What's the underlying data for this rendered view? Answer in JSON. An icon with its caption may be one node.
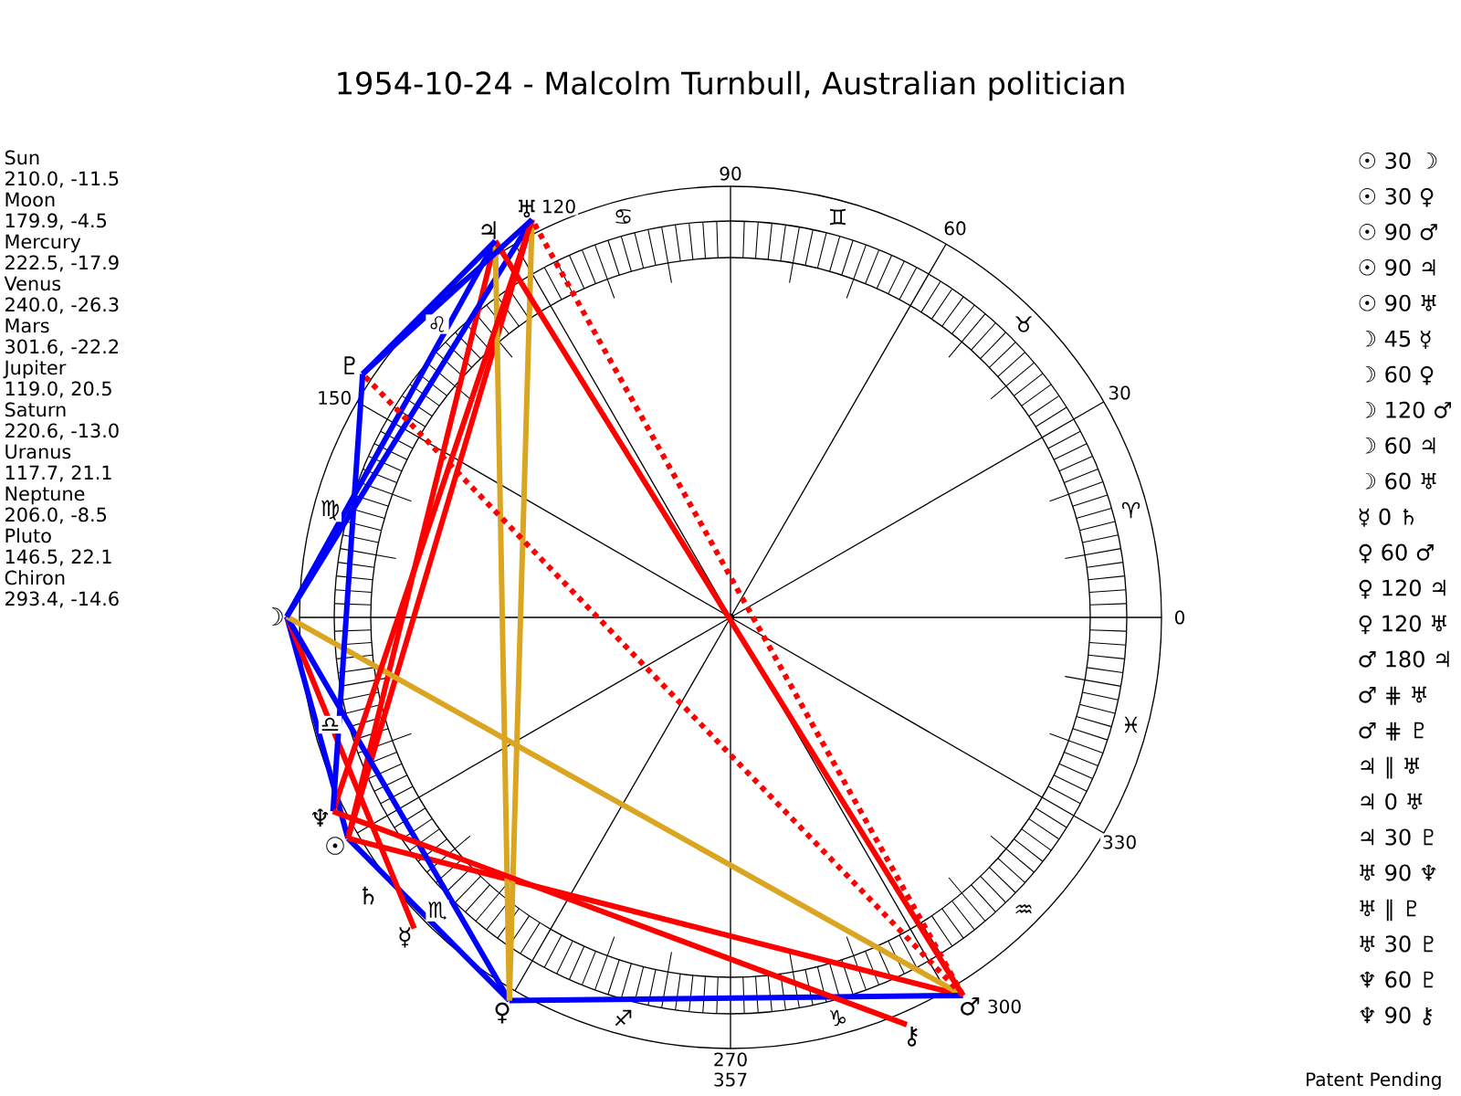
{
  "diagram": {
    "title": "1954-10-24 - Malcolm Turnbull, Australian politician",
    "nodes": [
      {
        "text": [
          "☉"
        ]
      },
      {
        "text": [
          "☽"
        ]
      },
      {
        "text": [
          "☿"
        ]
      },
      {
        "text": [
          "♀"
        ]
      },
      {
        "text": [
          "♂"
        ]
      },
      {
        "text": [
          "♃"
        ]
      },
      {
        "text": [
          "♅"
        ]
      },
      {
        "text": [
          "♆"
        ]
      },
      {
        "text": [
          "♇"
        ]
      },
      {
        "text": [
          "⚷"
        ]
      }
    ],
    "edges": [
      {
        "from": 0,
        "to": 1,
        "arrow": "none",
        "color": "#0000ff"
      },
      {
        "from": 0,
        "to": 3,
        "arrow": "none",
        "color": "#0000ff"
      },
      {
        "from": 0,
        "to": 4,
        "arrow": "none",
        "color": "#ff0000"
      },
      {
        "from": 0,
        "to": 5,
        "arrow": "none",
        "color": "#ff0000"
      },
      {
        "from": 0,
        "to": 6,
        "arrow": "none",
        "color": "#ff0000"
      },
      {
        "from": 1,
        "to": 2,
        "arrow": "none",
        "color": "#ff0000"
      },
      {
        "from": 1,
        "to": 3,
        "arrow": "none",
        "color": "#0000ff"
      },
      {
        "from": 1,
        "to": 4,
        "arrow": "none",
        "color": "#daa520"
      },
      {
        "from": 1,
        "to": 5,
        "arrow": "none",
        "color": "#0000ff"
      },
      {
        "from": 1,
        "to": 6,
        "arrow": "none",
        "color": "#0000ff"
      },
      {
        "from": 3,
        "to": 4,
        "arrow": "none",
        "color": "#0000ff"
      },
      {
        "from": 3,
        "to": 5,
        "arrow": "none",
        "color": "#daa520"
      },
      {
        "from": 3,
        "to": 6,
        "arrow": "none",
        "color": "#daa520"
      },
      {
        "from": 4,
        "to": 5,
        "arrow": "none",
        "color": "#ff0000"
      },
      {
        "from": 4,
        "to": 6,
        "arrow": "none",
        "color": "#ff0000",
        "style": "dashed"
      },
      {
        "from": 4,
        "to": 8,
        "arrow": "none",
        "color": "#ff0000",
        "style": "dashed"
      },
      {
        "from": 5,
        "to": 8,
        "arrow": "none",
        "color": "#0000ff"
      },
      {
        "from": 6,
        "to": 7,
        "arrow": "none",
        "color": "#ff0000"
      },
      {
        "from": 6,
        "to": 8,
        "arrow": "none",
        "color": "#0000ff"
      },
      {
        "from": 7,
        "to": 8,
        "arrow": "none",
        "color": "#0000ff"
      },
      {
        "from": 7,
        "to": 9,
        "arrow": "none",
        "color": "#ff0000"
      }
    ],
    "labels": [
      "Sun",
      "210.0, -11.5",
      "Moon",
      "179.9, -4.5",
      "Mercury",
      "222.5, -17.9",
      "Venus",
      "240.0, -26.3",
      "Mars",
      "301.6, -22.2",
      "Jupiter",
      "119.0, 20.5",
      "Saturn",
      "220.6, -13.0",
      "Uranus",
      "117.7, 21.1",
      "Neptune",
      "206.0, -8.5",
      "Pluto",
      "146.5, 22.1",
      "Chiron",
      "293.4, -14.6",
      "90",
      "60",
      "120",
      "30",
      "150",
      "0",
      "330",
      "300",
      "270",
      "357",
      "♈",
      "♉",
      "♊",
      "♋",
      "♌",
      "♍",
      "♎",
      "♏",
      "♐",
      "♑",
      "♒",
      "♓",
      "♄",
      "☉ 30 ☽",
      "☉ 30 ♀",
      "☉ 90 ♂",
      "☉ 90 ♃",
      "☉ 90 ♅",
      "☽ 45 ☿",
      "☽ 60 ♀",
      "☽ 120 ♂",
      "☽ 60 ♃",
      "☽ 60 ♅",
      "☿ 0 ♄",
      "♀ 60 ♂",
      "♀ 120 ♃",
      "♀ 120 ♅",
      "♂ 180 ♃",
      "♂ ⋕ ♅",
      "♂ ⋕ ♇",
      "♃ ∥ ♅",
      "♃ 0 ♅",
      "♃ 30 ♇",
      "♅ 90 ♆",
      "♅ ∥ ♇",
      "♅ 30 ♇",
      "♆ 60 ♇",
      "♆ 90 ⚷",
      "Patent Pending"
    ]
  }
}
